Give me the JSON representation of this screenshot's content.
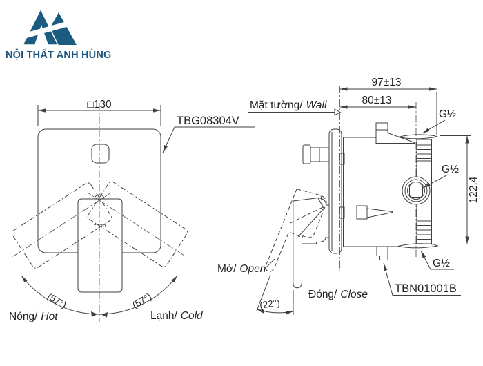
{
  "brand": {
    "name": "NỘI THẤT ANH HÙNG",
    "logo_color": "#1b5b80"
  },
  "front_view": {
    "code": "TBG08304V",
    "size": "□130",
    "brand_mark": "TOTO",
    "angle_left": "(57°)",
    "angle_right": "(57°)",
    "hot": {
      "vi": "Nóng/",
      "en": "Hot"
    },
    "cold": {
      "vi": "Lạnh/",
      "en": "Cold"
    }
  },
  "side_view": {
    "code": "TBN01001B",
    "wall": {
      "vi": "Mặt tường/",
      "en": "Wall"
    },
    "open": {
      "vi": "Mở/",
      "en": "Open"
    },
    "close": {
      "vi": "Đóng/",
      "en": "Close"
    },
    "open_angle": "(22°)",
    "dim_depth_total": "97±13",
    "dim_depth_center": "80±13",
    "dim_height": "122.4",
    "thread_top": "G½",
    "thread_front": "G½",
    "thread_bottom": "G½"
  }
}
